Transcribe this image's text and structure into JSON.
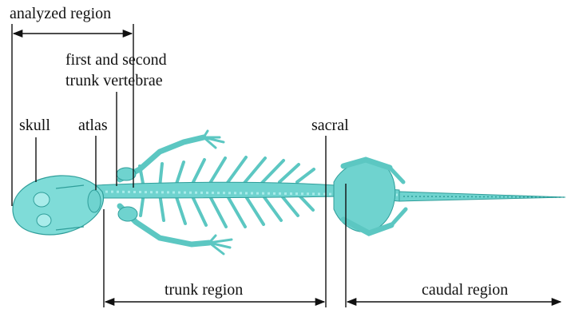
{
  "labels": {
    "analyzed_region": "analyzed region",
    "first_second_line1": "first and second",
    "first_second_line2": "trunk vertebrae",
    "skull": "skull",
    "atlas": "atlas",
    "sacral": "sacral",
    "trunk_region": "trunk region",
    "caudal_region": "caudal region"
  },
  "colors": {
    "bone": "#6fd3cf",
    "bone_dark": "#2f9e9a",
    "bone_light": "#a9ecea",
    "ink": "#111111"
  }
}
